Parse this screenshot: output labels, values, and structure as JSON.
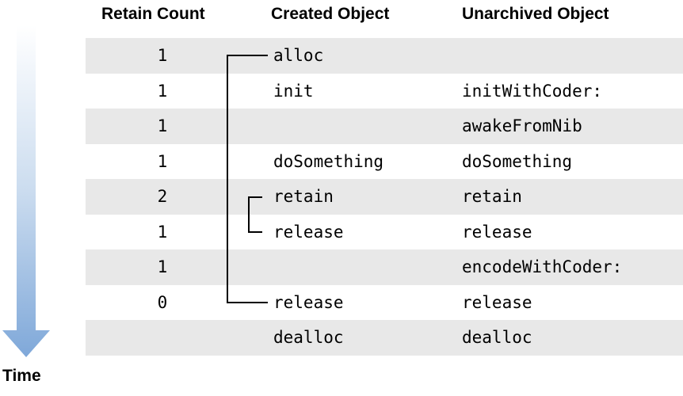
{
  "headers": {
    "retain_count": "Retain Count",
    "created_object": "Created Object",
    "unarchived_object": "Unarchived Object"
  },
  "time_label": "Time",
  "rows": [
    {
      "retain_count": "1",
      "created": "alloc",
      "unarchived": "",
      "striped": true
    },
    {
      "retain_count": "1",
      "created": "init",
      "unarchived": "initWithCoder:",
      "striped": false
    },
    {
      "retain_count": "1",
      "created": "",
      "unarchived": "awakeFromNib",
      "striped": true
    },
    {
      "retain_count": "1",
      "created": "doSomething",
      "unarchived": "doSomething",
      "striped": false
    },
    {
      "retain_count": "2",
      "created": "retain",
      "unarchived": "retain",
      "striped": true
    },
    {
      "retain_count": "1",
      "created": "release",
      "unarchived": "release",
      "striped": false
    },
    {
      "retain_count": "1",
      "created": "",
      "unarchived": "encodeWithCoder:",
      "striped": true
    },
    {
      "retain_count": "0",
      "created": "release",
      "unarchived": "release",
      "striped": false
    },
    {
      "retain_count": "",
      "created": "dealloc",
      "unarchived": "dealloc",
      "striped": true
    }
  ],
  "colors": {
    "row_stripe": "#e8e8e8",
    "line": "#000000",
    "arrow_gradient_top": "#ffffff",
    "arrow_gradient_mid": "#cbdcef",
    "arrow_gradient_bottom": "#7fa8d9",
    "text": "#000000"
  }
}
